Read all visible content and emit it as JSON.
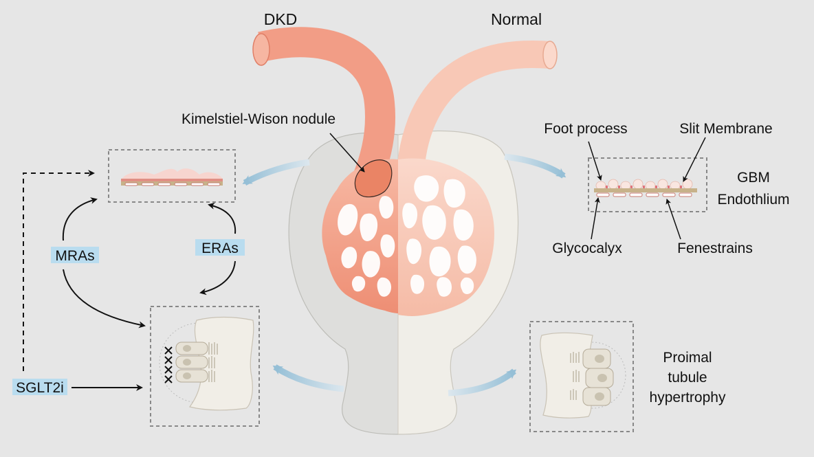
{
  "titles": {
    "left": "DKD",
    "right": "Normal"
  },
  "labels": {
    "nodule": "Kimelstiel-Wison nodule",
    "foot_process": "Foot process",
    "slit_membrane": "Slit Membrane",
    "gbm": "GBM",
    "endothelium": "Endothlium",
    "glycocalyx": "Glycocalyx",
    "fenestrains": "Fenestrains",
    "tubule_line1": "Proimal",
    "tubule_line2": "tubule",
    "tubule_line3": "hypertrophy"
  },
  "drugs": {
    "mras": "MRAs",
    "eras": "ERAs",
    "sglt2i": "SGLT2i"
  },
  "colors": {
    "background": "#e6e6e6",
    "dkd_vessel": "#f29d86",
    "normal_vessel": "#f8c8b6",
    "drug_highlight": "#b9dcef",
    "cycle_arrow": "#a9c6d6"
  }
}
